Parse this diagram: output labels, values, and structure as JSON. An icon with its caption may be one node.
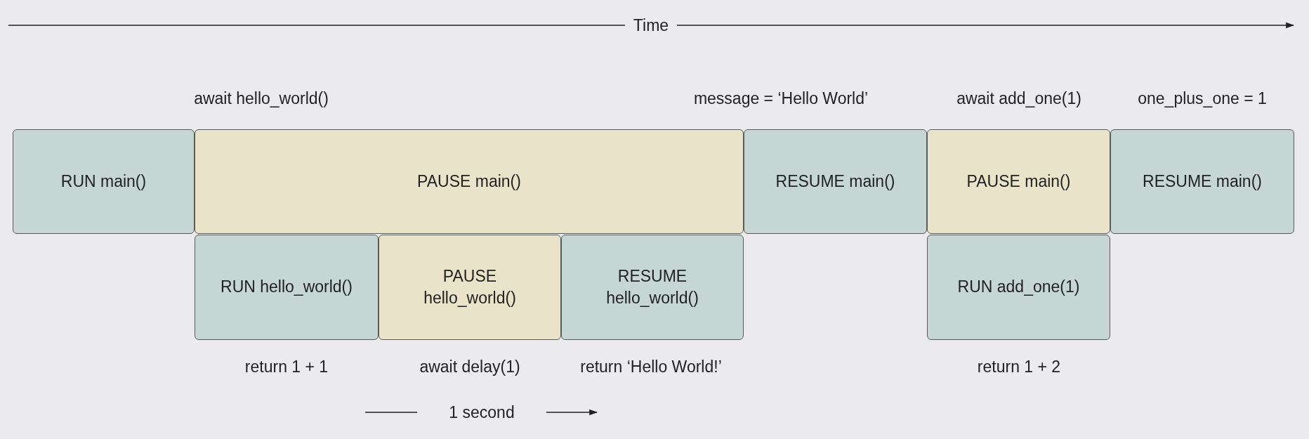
{
  "diagram": {
    "nodes": [
      {
        "text": [
          "RUN main()"
        ]
      },
      {
        "text": [
          "PAUSE main()"
        ]
      },
      {
        "text": [
          "RESUME main()"
        ]
      },
      {
        "text": [
          "PAUSE main()"
        ]
      },
      {
        "text": [
          "RESUME main()"
        ]
      },
      {
        "text": [
          "RUN hello_world()"
        ]
      },
      {
        "text": [
          "PAUSE hello_world()"
        ]
      },
      {
        "text": [
          "RESUME hello_world()"
        ]
      },
      {
        "text": [
          "RUN add_one(1)"
        ]
      }
    ],
    "labels": [
      "Time",
      "await hello_world()",
      "message = ‘Hello World’",
      "await add_one(1)",
      "one_plus_one = 1",
      "return 1 + 1",
      "await delay(1)",
      "return ‘Hello World!’",
      "return 1 + 2",
      "1 second"
    ]
  }
}
